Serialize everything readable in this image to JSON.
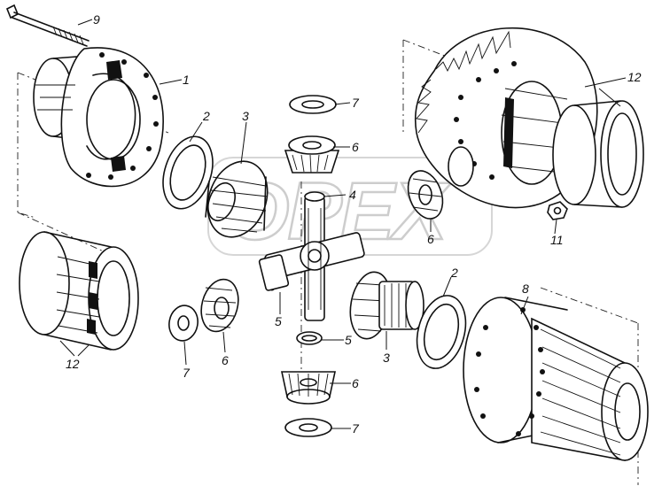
{
  "diagram": {
    "watermark": "OPEX",
    "part_labels": {
      "bolt": "9",
      "cup_left": "1",
      "washer_left": "2",
      "side_gear_left": "3",
      "washer_top": "7",
      "pinion_top": "6",
      "cross": "4",
      "pinion_right": "6",
      "bearing_right": "12",
      "nut": "11",
      "bearing_left": "12",
      "washer_mid_left": "7",
      "pinion_left": "6",
      "bushing_left": "5",
      "bushing_bottom": "5",
      "side_gear_right": "3",
      "washer_right": "2",
      "cup_right": "8",
      "pinion_bottom": "6",
      "washer_bottom": "7"
    }
  }
}
